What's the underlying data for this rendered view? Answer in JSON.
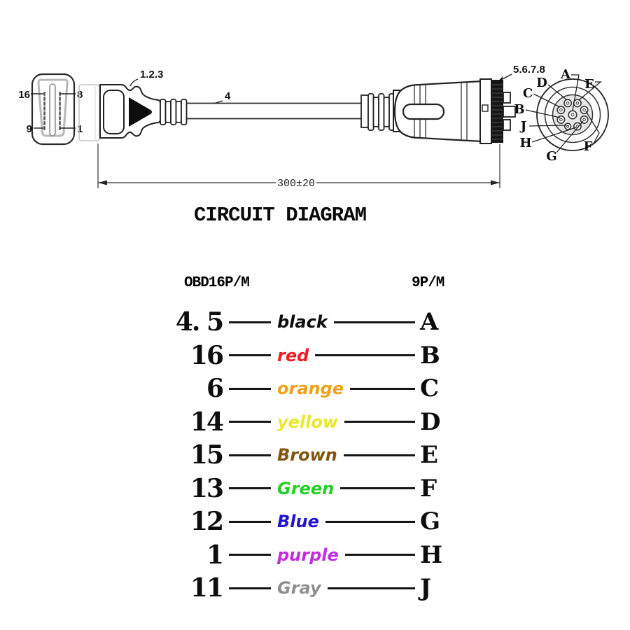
{
  "title": "CIRCUIT DIAGRAM",
  "drawing": {
    "obd_face": {
      "top_left": "16",
      "top_right": "8",
      "bottom_left": "9",
      "bottom_right": "1"
    },
    "callout_obd_pins": "1.2.3",
    "callout_cable": "4",
    "callout_round_pins": "5.6.7.8",
    "dimension": "300±20",
    "round_face": {
      "letters": [
        "A",
        "D",
        "E",
        "C",
        "B",
        "J",
        "H",
        "G",
        "F"
      ]
    }
  },
  "table": {
    "left_header": "OBD16P/M",
    "right_header": "9P/M",
    "rows": [
      {
        "pin": "4. 5",
        "color_name": "black",
        "color": "#0d0d0d",
        "target": "A"
      },
      {
        "pin": "16",
        "color_name": "red",
        "color": "#ee1c25",
        "target": "B"
      },
      {
        "pin": "6",
        "color_name": "orange",
        "color": "#f0a019",
        "target": "C"
      },
      {
        "pin": "14",
        "color_name": "yellow",
        "color": "#e9e92a",
        "target": "D"
      },
      {
        "pin": "15",
        "color_name": "Brown",
        "color": "#82550f",
        "target": "E"
      },
      {
        "pin": "13",
        "color_name": "Green",
        "color": "#25cf25",
        "target": "F"
      },
      {
        "pin": "12",
        "color_name": "Blue",
        "color": "#2214cf",
        "target": "G"
      },
      {
        "pin": "1",
        "color_name": "purple",
        "color": "#c02ee0",
        "target": "H"
      },
      {
        "pin": "11",
        "color_name": "Gray",
        "color": "#8f8f8f",
        "target": "J"
      }
    ]
  }
}
